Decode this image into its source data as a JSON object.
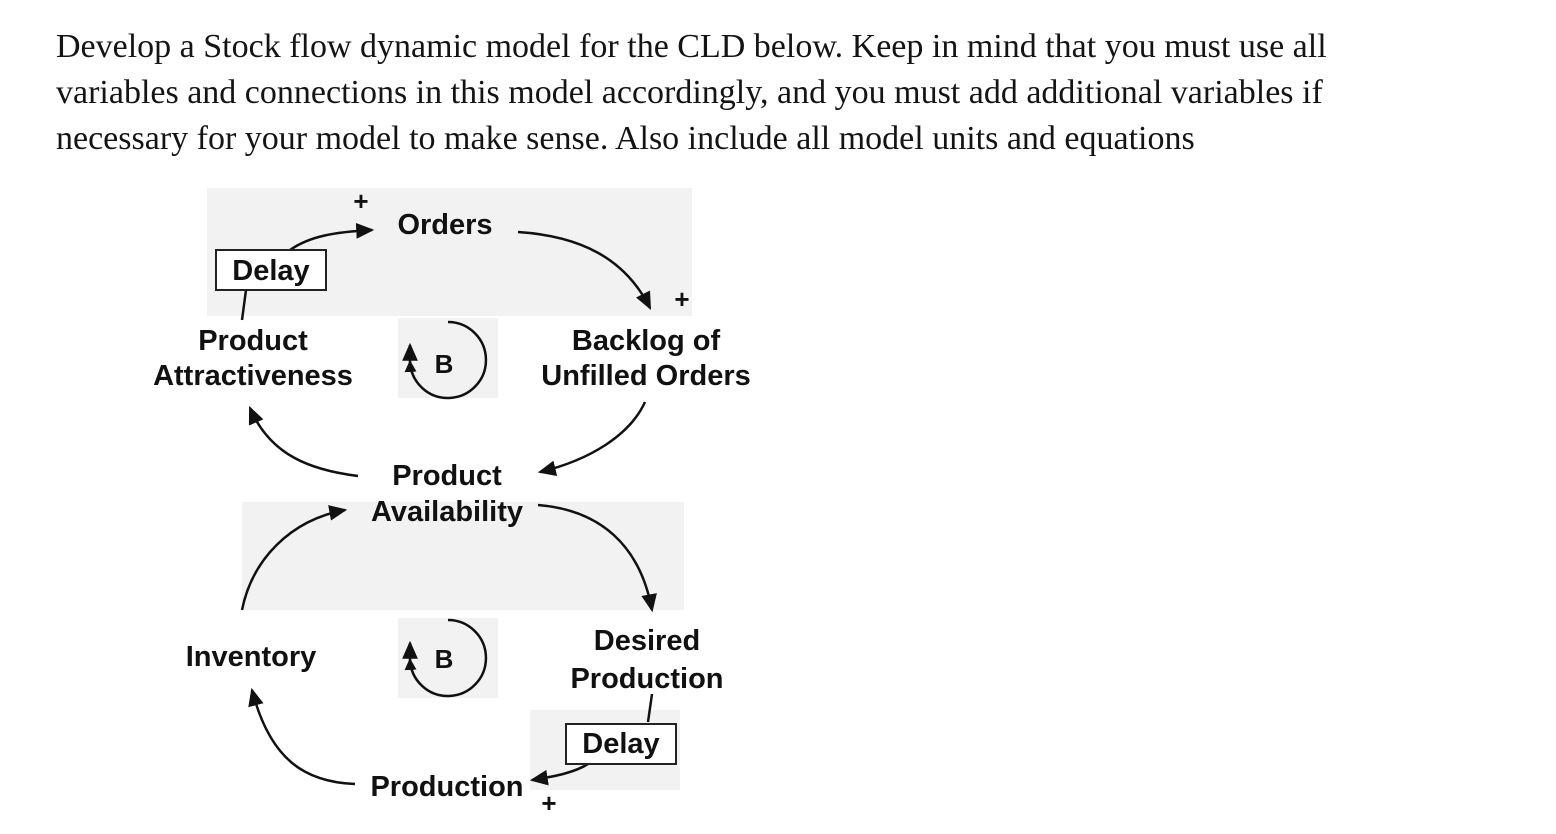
{
  "question": {
    "lines": [
      "Develop a Stock flow dynamic model for the CLD below. Keep in mind that you must use all",
      "variables and connections in this model accordingly, and you must add additional variables if",
      "necessary for your model to make sense. Also include all model units and equations"
    ]
  },
  "diagram": {
    "nodes": {
      "orders": "Orders",
      "backlog_line1": "Backlog of",
      "backlog_line2": "Unfilled Orders",
      "attractiveness_line1": "Product",
      "attractiveness_line2": "Attractiveness",
      "availability_line1": "Product",
      "availability_line2": "Availability",
      "desired_line1": "Desired",
      "desired_line2": "Production",
      "inventory": "Inventory",
      "production": "Production"
    },
    "delays": {
      "top": "Delay",
      "bottom": "Delay"
    },
    "loops": {
      "upper": "B",
      "lower": "B"
    },
    "polarities": {
      "to_orders": "+",
      "to_backlog": "+",
      "to_production": "+"
    }
  }
}
